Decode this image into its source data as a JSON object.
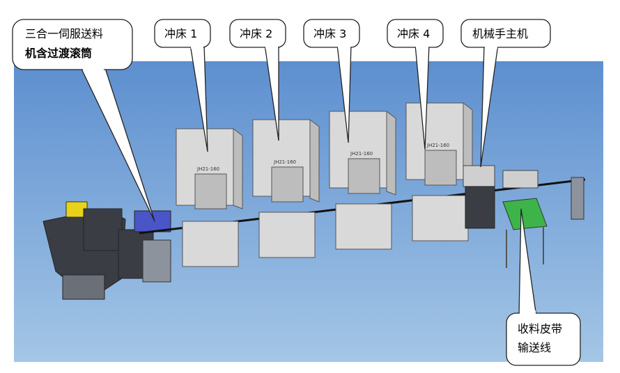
{
  "callouts": {
    "feeder": {
      "line1": "三合一伺服送料",
      "line2": "机含过渡滚筒"
    },
    "press1": "冲床 1",
    "press2": "冲床 2",
    "press3": "冲床 3",
    "press4": "冲床 4",
    "robot_main": "机械手主机",
    "conveyor": {
      "line1": "收料皮带",
      "line2": "输送线"
    }
  },
  "press_model": "JH21-160",
  "colors": {
    "bg_top": "#5d8fcf",
    "bg_bottom": "#a4c6e6",
    "belt": "#3cb44a",
    "feeder_box": "#4a55c8"
  }
}
